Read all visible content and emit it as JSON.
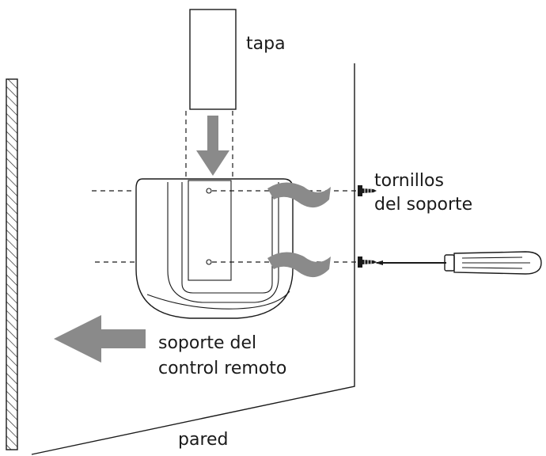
{
  "labels": {
    "cover": "tapa",
    "screws_line1": "tornillos",
    "screws_line2": "del soporte",
    "holder_line1": "soporte del",
    "holder_line2": "control remoto",
    "wall": "pared"
  },
  "colors": {
    "line": "#1a1a1a",
    "arrow": "#8a8a8a",
    "hatch": "#1a1a1a"
  },
  "icons": {
    "down_arrow": "down-arrow-icon",
    "left_arrow": "left-arrow-icon",
    "screwdriver": "screwdriver-icon",
    "screw": "screw-icon",
    "rotation": "rotation-arrow-icon"
  }
}
